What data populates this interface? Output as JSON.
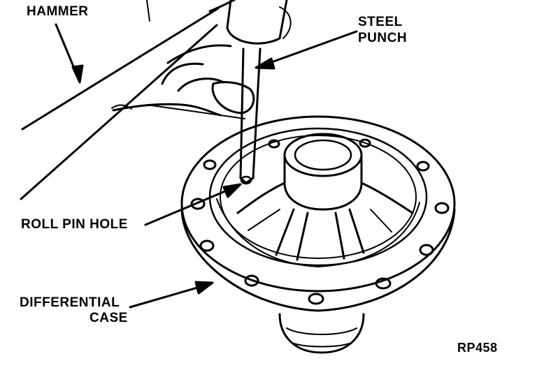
{
  "labels": {
    "hammer": "HAMMER",
    "steel_punch_line1": "STEEL",
    "steel_punch_line2": "PUNCH",
    "roll_pin_hole": "ROLL PIN HOLE",
    "differential_case_line1": "DIFFERENTIAL",
    "differential_case_line2": "CASE",
    "figure_code": "RP458"
  }
}
